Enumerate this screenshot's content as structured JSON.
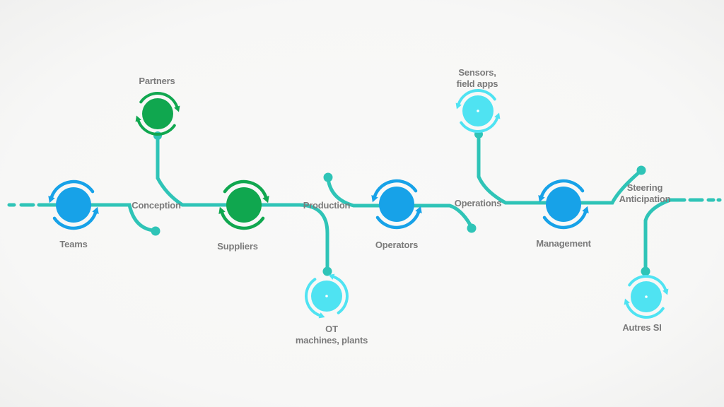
{
  "diagram": {
    "type": "process-flow-timeline",
    "phases": {
      "conception": "Conception",
      "production": "Production",
      "operations": "Operations",
      "steering": {
        "line1": "Steering",
        "line2": "Anticipation"
      }
    },
    "nodes": {
      "teams": {
        "label": "Teams",
        "color": "blue"
      },
      "partners": {
        "label": "Partners",
        "color": "green"
      },
      "suppliers": {
        "label": "Suppliers",
        "color": "green"
      },
      "ot": {
        "line1": "OT",
        "line2": "machines, plants",
        "color": "cyan"
      },
      "operators": {
        "label": "Operators",
        "color": "blue"
      },
      "sensors": {
        "line1": "Sensors,",
        "line2": "field apps",
        "color": "cyan"
      },
      "management": {
        "label": "Management",
        "color": "blue"
      },
      "autres_si": {
        "label": "Autres SI",
        "color": "cyan"
      }
    },
    "colors": {
      "line_teal": "#2FC4B7",
      "node_blue": "#17A2E8",
      "node_green": "#10A74F",
      "node_cyan": "#4FE3F2",
      "label_text": "#7B7B7B",
      "background": "#F7F7F6"
    }
  }
}
